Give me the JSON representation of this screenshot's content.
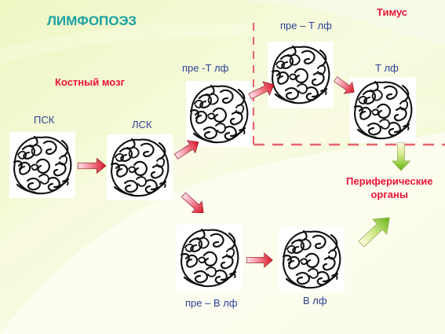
{
  "title": "ЛИМФОПОЭЗ",
  "regions": {
    "thymus": "Тимус",
    "bone_marrow": "Костный мозг",
    "peripheral_line1": "Периферические",
    "peripheral_line2": "органы"
  },
  "cells": {
    "psk": "ПСК",
    "lsk": "ЛСК",
    "pre_t_1": "пре -Т лф",
    "pre_t_2": "пре – Т лф",
    "t_lf": "Т лф",
    "pre_b": "пре – В лф",
    "b_lf": "В лф"
  },
  "colors": {
    "title": "#1aa1a3",
    "region_labels": "#ed1437",
    "cell_labels": "#2b3f97",
    "divider": "#e8616f",
    "arrow_red": "#d91426",
    "arrow_green": "#77b81c",
    "background": "#f4f8cf"
  }
}
